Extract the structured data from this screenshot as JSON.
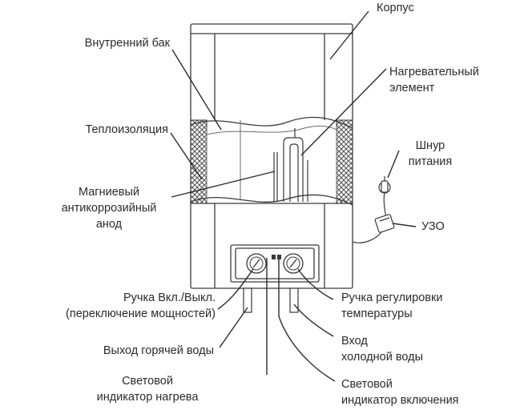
{
  "labels": {
    "korpus": "Корпус",
    "inner_tank": "Внутренний бак",
    "heating_element": [
      "Нагревательный",
      "элемент"
    ],
    "insulation": "Теплоизоляция",
    "power_cord": [
      "Шнур",
      "питания"
    ],
    "anode": [
      "Магниевый",
      "антикоррозийный",
      "анод"
    ],
    "rcd": "УЗО",
    "on_off_knob": [
      "Ручка Вкл./Выкл.",
      "(переключение мощностей)"
    ],
    "temp_knob": [
      "Ручка регулировки",
      "температуры"
    ],
    "hot_water_outlet": "Выход горячей воды",
    "cold_water_inlet": [
      "Вход",
      "холодной воды"
    ],
    "heating_indicator": [
      "Световой",
      "индикатор нагрева"
    ],
    "power_indicator": [
      "Световой",
      "индикатор включения"
    ]
  },
  "colors": {
    "stroke": "#3a3a3a",
    "text": "#2b2b2b",
    "water_line": "#6b6b6b",
    "insulation_fill": "#d9d9d9"
  }
}
